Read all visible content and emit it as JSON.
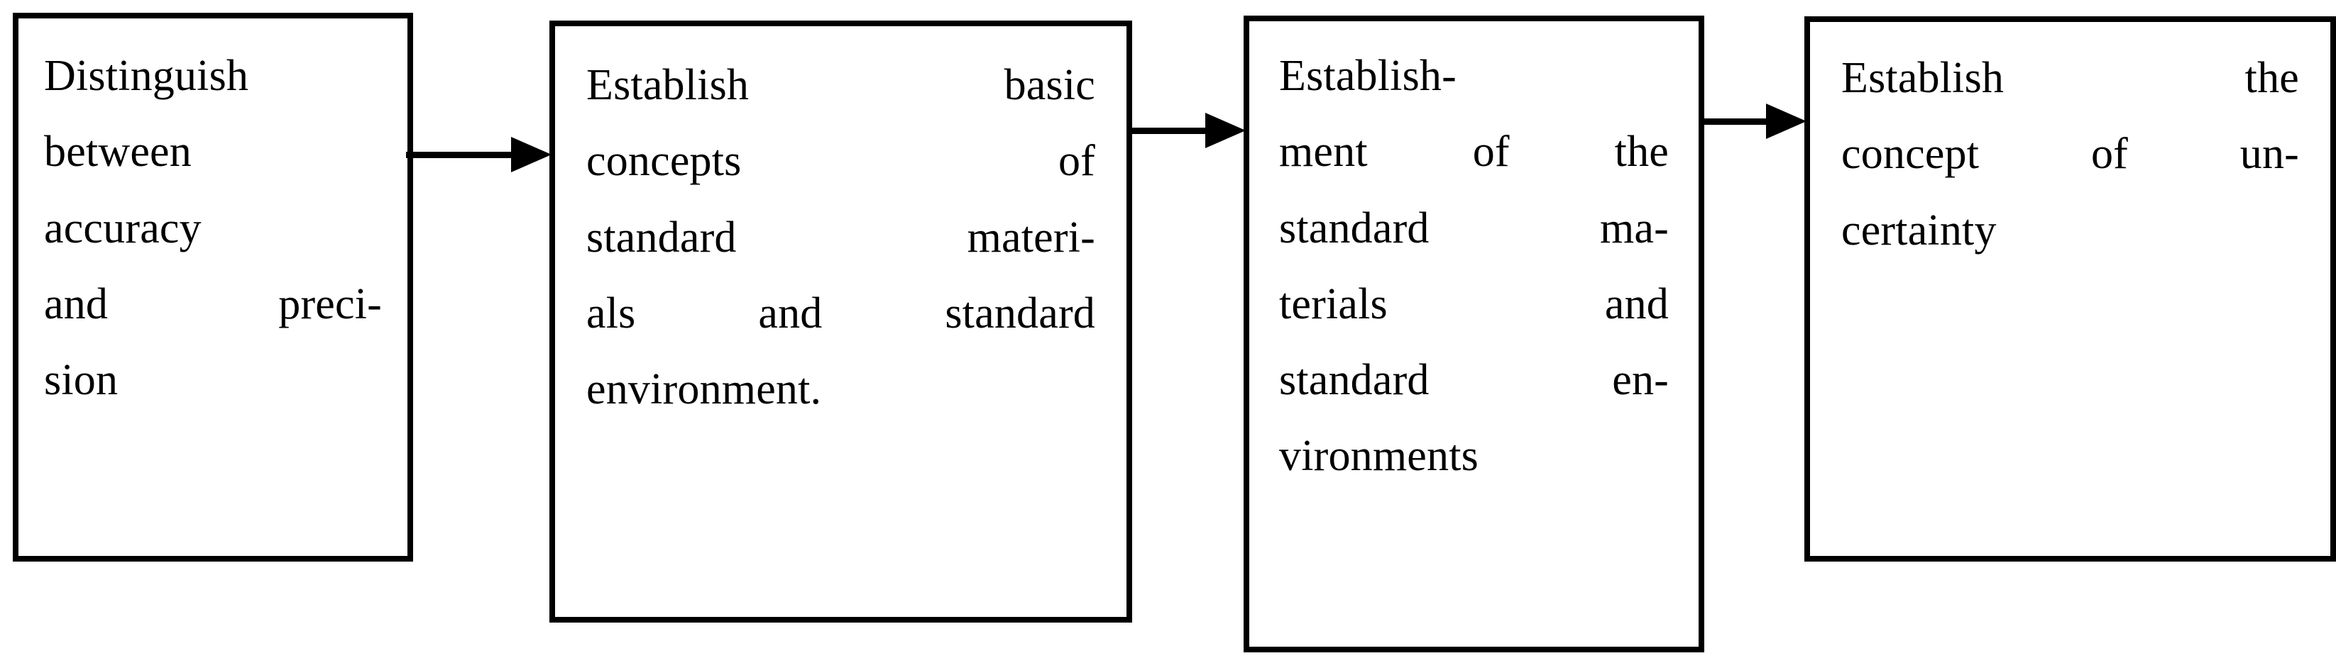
{
  "diagram": {
    "type": "process-flow",
    "orientation": "left-to-right",
    "background_color": "#ffffff",
    "stroke_color": "#000000",
    "nodes": [
      {
        "id": "node-1",
        "full_text": "Distinguish between accuracy and precision",
        "lines": [
          "Distinguish",
          "between",
          "accuracy",
          "and preci-",
          "sion"
        ]
      },
      {
        "id": "node-2",
        "full_text": "Establish basic concepts of standard materials and standard environment.",
        "lines": [
          "Establish basic",
          "concepts of",
          "standard materi-",
          "als and standard",
          "environment."
        ]
      },
      {
        "id": "node-3",
        "full_text": "Establishment of the standard materials and standard environments",
        "lines": [
          "Establish-",
          "ment of the",
          "standard ma-",
          "terials and",
          "standard en-",
          "vironments"
        ]
      },
      {
        "id": "node-4",
        "full_text": "Establish the concept of uncertainty",
        "lines": [
          "Establish the",
          "concept of un-",
          "certainty"
        ]
      }
    ],
    "connectors": [
      {
        "id": "connector-1",
        "from": "node-1",
        "to": "node-2",
        "style": "solid-arrow"
      },
      {
        "id": "connector-2",
        "from": "node-2",
        "to": "node-3",
        "style": "solid-arrow"
      },
      {
        "id": "connector-3",
        "from": "node-3",
        "to": "node-4",
        "style": "solid-arrow"
      }
    ]
  }
}
